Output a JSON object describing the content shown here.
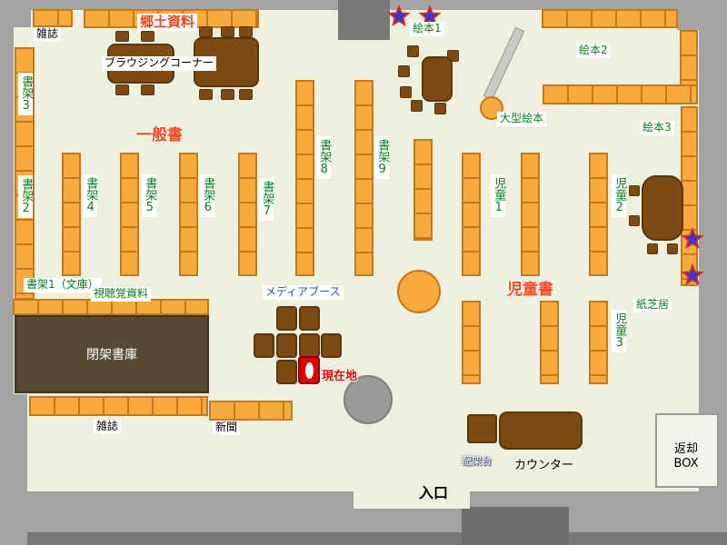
{
  "palette": {
    "floor": "#EDEFDF",
    "wall": "#A3A3A1",
    "wall_dark": "#787876",
    "shelf": "#F6A93C",
    "shelf_border": "#C5791B",
    "table_brown": "#7C4A12",
    "closed_stacks_brown": "#574A35",
    "label_green": "#0B7D20",
    "label_red": "#F4481E",
    "label_blue": "#2050C8",
    "current_location_red": "#E30000",
    "star_fill": "#3939CC",
    "star_stroke": "#E02828"
  },
  "labels": {
    "magazines_top": "雑誌",
    "local_materials": "郷土資料",
    "browsing_corner": "ブラウジングコーナー",
    "shelf3": "書架3",
    "shelf2": "書架2",
    "shelf1_bunko": "書架1（文庫）",
    "audiovisual": "視聴覚資料",
    "general_books": "一般書",
    "shelf4": "書架4",
    "shelf5": "書架5",
    "shelf6": "書架6",
    "shelf7": "書架7",
    "shelf8": "書架8",
    "shelf9": "書架9",
    "picture_books1": "絵本1",
    "picture_books2": "絵本2",
    "picture_books3": "絵本3",
    "large_picture_books": "大型絵本",
    "children1": "児童1",
    "children2": "児童2",
    "children3": "児童3",
    "children_books": "児童書",
    "kamishibai": "紙芝居",
    "media_booth": "メディアブース",
    "current_location": "現在地",
    "closed_stacks": "閉架書庫",
    "magazines_bottom": "雑誌",
    "newspapers": "新聞",
    "shelving_stand": "配架台",
    "counter": "カウンター",
    "entrance": "入口",
    "return_box": "返却BOX"
  }
}
